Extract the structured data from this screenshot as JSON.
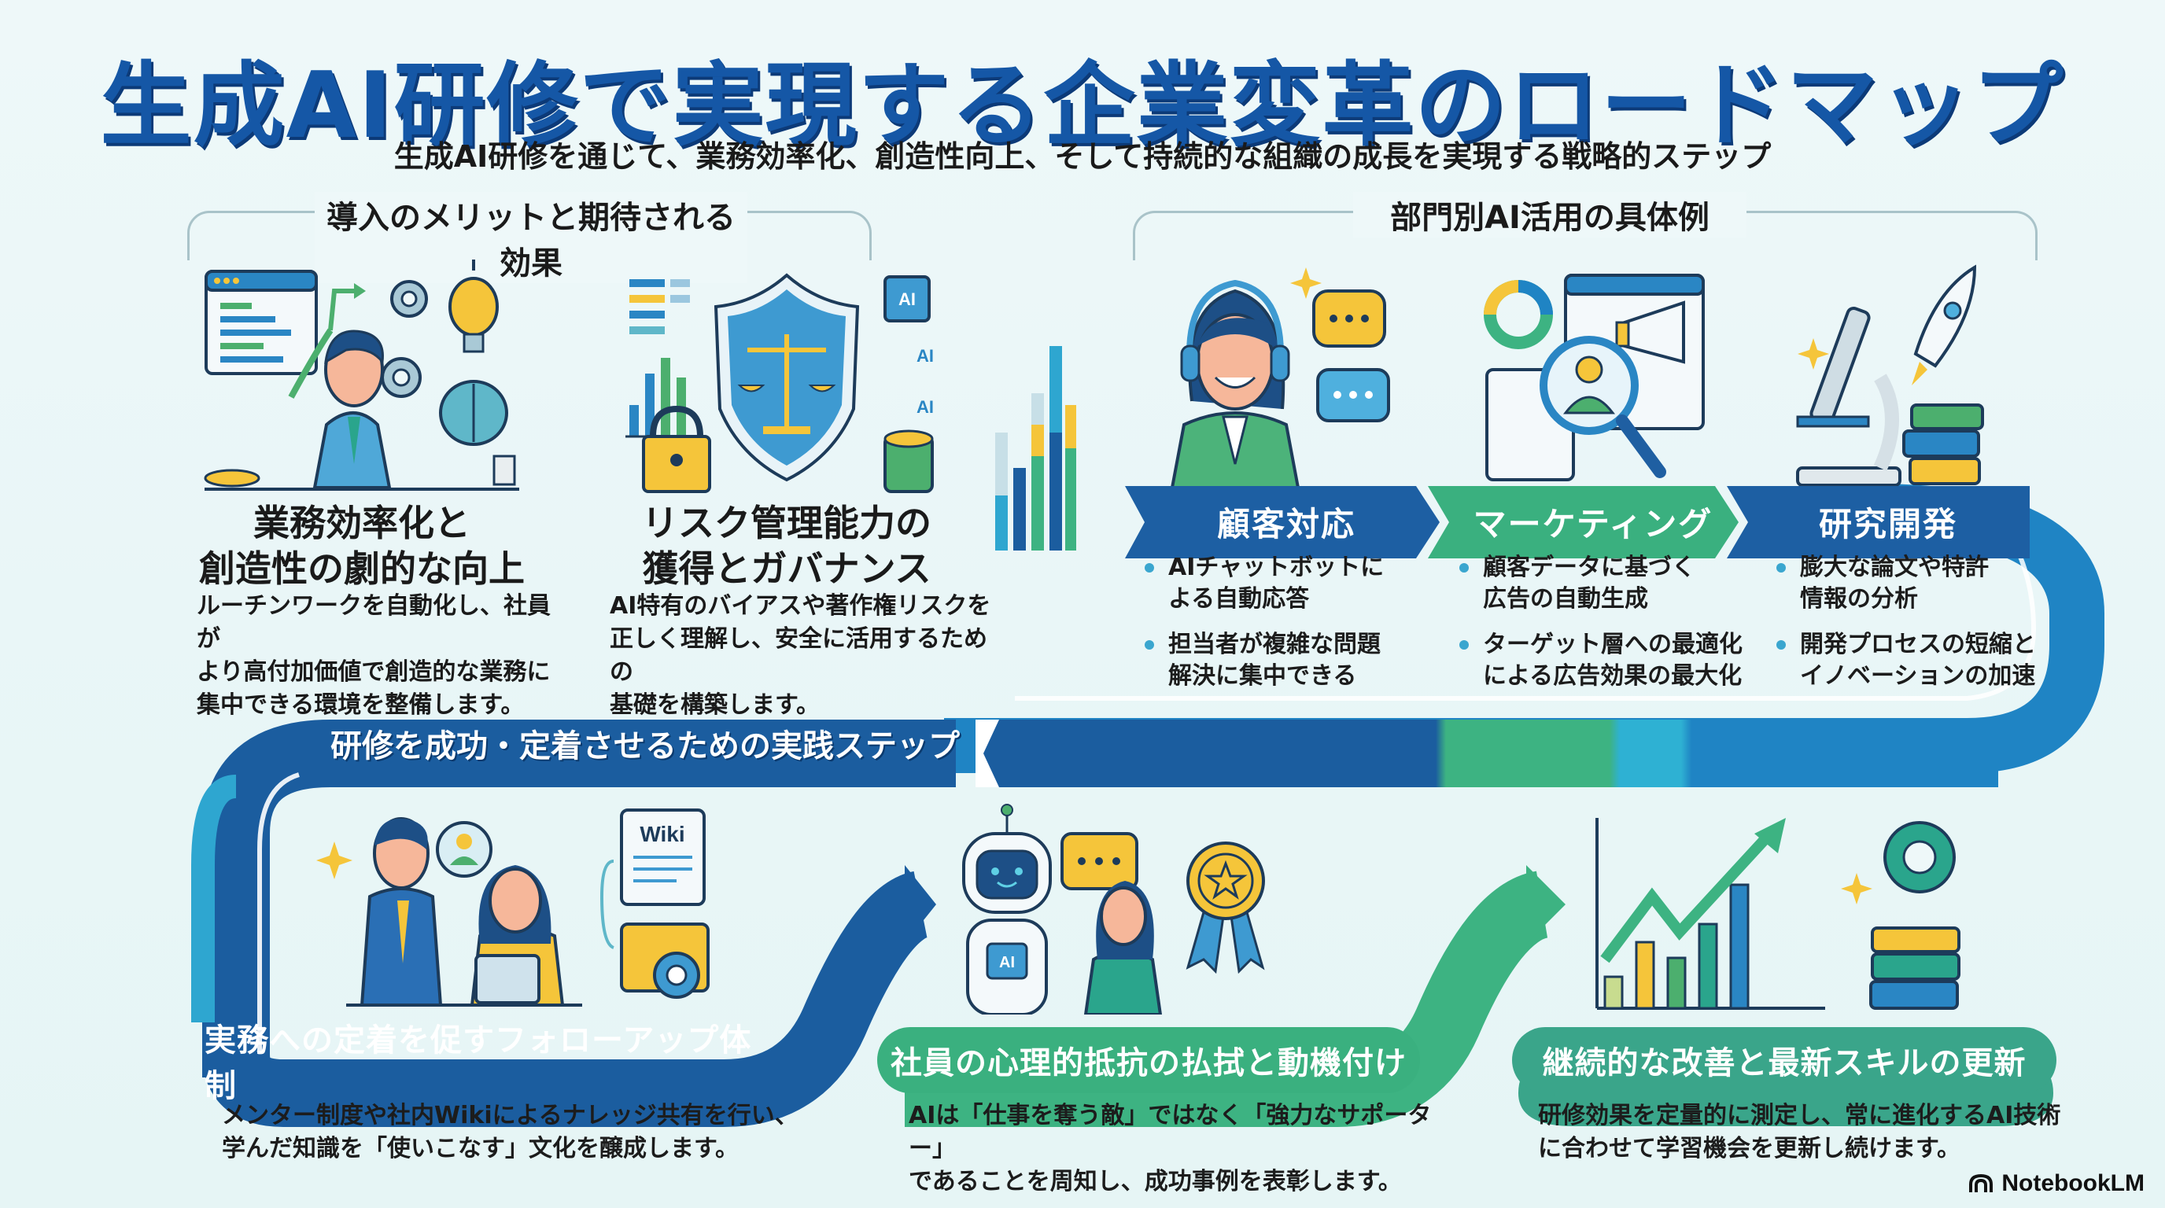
{
  "header": {
    "title": "生成AI研修で実現する企業変革のロードマップ",
    "subtitle": "生成AI研修を通じて、業務効率化、創造性向上、そして持続的な組織の成長を実現する戦略的ステップ"
  },
  "benefits": {
    "heading": "導入のメリットと期待される効果",
    "cards": [
      {
        "title_line1": "業務効率化と",
        "title_line2": "創造性の劇的な向上",
        "body": [
          "ルーチンワークを自動化し、社員が",
          "より高付加価値で創造的な業務に",
          "集中できる環境を整備します。"
        ],
        "icon": "office-worker-with-gears-lightbulb-brain-icon"
      },
      {
        "title_line1": "リスク管理能力の",
        "title_line2": "獲得とガバナンス",
        "body": [
          "AI特有のバイアスや著作権リスクを",
          "正しく理解し、安全に活用するための",
          "基礎を構築します。"
        ],
        "icon": "shield-scales-lock-database-icon",
        "illustration_labels": [
          "AI",
          "AI",
          "AI"
        ]
      }
    ]
  },
  "departments": {
    "heading": "部門別AI活用の具体例",
    "items": [
      {
        "name": "顧客対応",
        "color": "#1d5fa3",
        "icon": "support-agent-headset-icon",
        "bullets": [
          [
            "AIチャットボットに",
            "よる自動応答"
          ],
          [
            "担当者が複雑な問題",
            "解決に集中できる"
          ]
        ]
      },
      {
        "name": "マーケティング",
        "color": "#3ab07f",
        "icon": "magnifier-analytics-megaphone-icon",
        "bullets": [
          [
            "顧客データに基づく",
            "広告の自動生成"
          ],
          [
            "ターゲット層への最適化",
            "による広告効果の最大化"
          ]
        ]
      },
      {
        "name": "研究開発",
        "color": "#1d5fa3",
        "icon": "microscope-rocket-books-icon",
        "bullets": [
          [
            "膨大な論文や特許",
            "情報の分析"
          ],
          [
            "開発プロセスの短縮と",
            "イノベーションの加速"
          ]
        ]
      }
    ]
  },
  "steps": {
    "heading": "研修を成功・定着させるための実践ステップ",
    "items": [
      {
        "title": "実務への定着を促すフォローアップ体制",
        "color": "#1d5fa3",
        "body": [
          "メンター制度や社内Wikiによるナレッジ共有を行い、",
          "学んだ知識を「使いこなす」文化を醸成します。"
        ],
        "icon": "mentor-wiki-folder-icon",
        "illustration_label": "Wiki"
      },
      {
        "title": "社員の心理的抵抗の払拭と動機付け",
        "color": "#3ab07f",
        "body": [
          "AIは「仕事を奪う敵」ではなく「強力なサポーター」",
          "であることを周知し、成功事例を表彰します。"
        ],
        "icon": "robot-employee-award-icon",
        "illustration_label": "AI"
      },
      {
        "title": "継続的な改善と最新スキルの更新",
        "color": "#3aa58a",
        "body": [
          "研修効果を定量的に測定し、常に進化するAI技術",
          "に合わせて学習機会を更新し続けます。"
        ],
        "icon": "growth-chart-gear-books-icon"
      }
    ]
  },
  "brand": {
    "name": "NotebookLM",
    "icon": "notebooklm-logo-icon"
  },
  "colors": {
    "primary_blue": "#1d5fa3",
    "title_blue": "#1557a6",
    "green": "#3ab07f",
    "cyan": "#2ea6d0",
    "yellow": "#f5c53a"
  }
}
